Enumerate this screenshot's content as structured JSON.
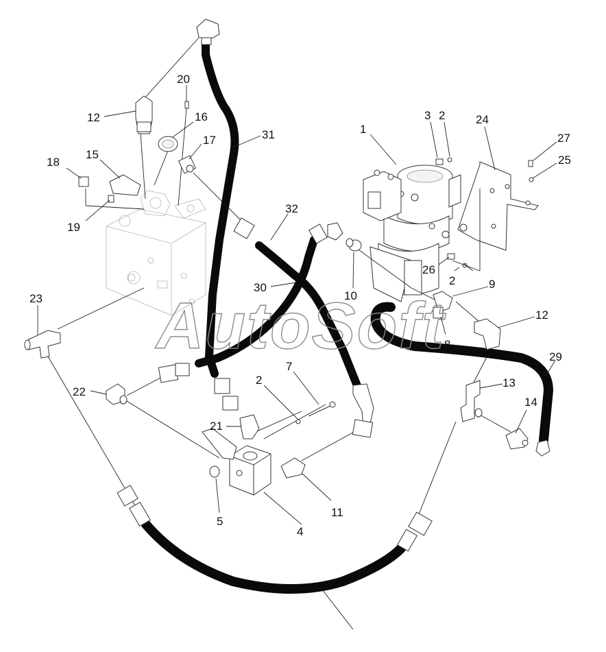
{
  "watermark": "AutoSoft",
  "callouts": [
    {
      "id": "c1",
      "label": "1"
    },
    {
      "id": "c2a",
      "label": "2"
    },
    {
      "id": "c2b",
      "label": "2"
    },
    {
      "id": "c2c",
      "label": "2"
    },
    {
      "id": "c3",
      "label": "3"
    },
    {
      "id": "c4",
      "label": "4"
    },
    {
      "id": "c5",
      "label": "5"
    },
    {
      "id": "c7",
      "label": "7"
    },
    {
      "id": "c8",
      "label": "8"
    },
    {
      "id": "c9",
      "label": "9"
    },
    {
      "id": "c10",
      "label": "10"
    },
    {
      "id": "c11",
      "label": "11"
    },
    {
      "id": "c12a",
      "label": "12"
    },
    {
      "id": "c12b",
      "label": "12"
    },
    {
      "id": "c13",
      "label": "13"
    },
    {
      "id": "c14",
      "label": "14"
    },
    {
      "id": "c15",
      "label": "15"
    },
    {
      "id": "c16",
      "label": "16"
    },
    {
      "id": "c17",
      "label": "17"
    },
    {
      "id": "c18",
      "label": "18"
    },
    {
      "id": "c19",
      "label": "19"
    },
    {
      "id": "c20",
      "label": "20"
    },
    {
      "id": "c21",
      "label": "21"
    },
    {
      "id": "c22",
      "label": "22"
    },
    {
      "id": "c23",
      "label": "23"
    },
    {
      "id": "c24",
      "label": "24"
    },
    {
      "id": "c25",
      "label": "25"
    },
    {
      "id": "c26",
      "label": "26"
    },
    {
      "id": "c27",
      "label": "27"
    },
    {
      "id": "c29",
      "label": "29"
    },
    {
      "id": "c30",
      "label": "30"
    },
    {
      "id": "c31",
      "label": "31"
    },
    {
      "id": "c32",
      "label": "32"
    }
  ]
}
